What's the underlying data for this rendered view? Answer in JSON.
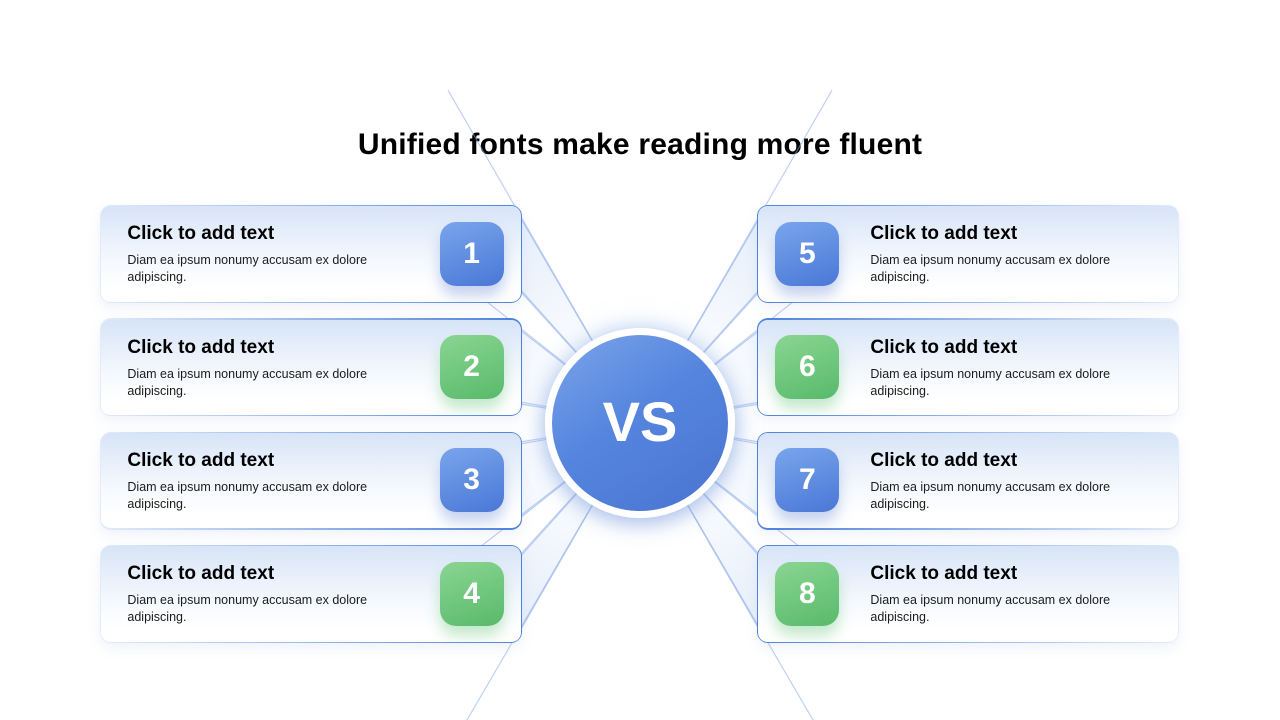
{
  "slide": {
    "title": "Unified fonts make reading more fluent"
  },
  "center": {
    "label": "VS"
  },
  "cards": [
    {
      "number": "1",
      "side": "left",
      "accent": "blue",
      "heading": "Click to add text",
      "body": "Diam ea ipsum nonumy accusam ex dolore adipiscing."
    },
    {
      "number": "2",
      "side": "left",
      "accent": "green",
      "heading": "Click to add text",
      "body": "Diam ea ipsum nonumy accusam ex dolore adipiscing."
    },
    {
      "number": "3",
      "side": "left",
      "accent": "blue",
      "heading": "Click to add text",
      "body": "Diam ea ipsum nonumy accusam ex dolore adipiscing."
    },
    {
      "number": "4",
      "side": "left",
      "accent": "green",
      "heading": "Click to add text",
      "body": "Diam ea ipsum nonumy accusam ex dolore adipiscing."
    },
    {
      "number": "5",
      "side": "right",
      "accent": "blue",
      "heading": "Click to add text",
      "body": "Diam ea ipsum nonumy accusam ex dolore adipiscing."
    },
    {
      "number": "6",
      "side": "right",
      "accent": "green",
      "heading": "Click to add text",
      "body": "Diam ea ipsum nonumy accusam ex dolore adipiscing."
    },
    {
      "number": "7",
      "side": "right",
      "accent": "blue",
      "heading": "Click to add text",
      "body": "Diam ea ipsum nonumy accusam ex dolore adipiscing."
    },
    {
      "number": "8",
      "side": "right",
      "accent": "green",
      "heading": "Click to add text",
      "body": "Diam ea ipsum nonumy accusam ex dolore adipiscing."
    }
  ],
  "colors": {
    "accent_blue": "#4a77d6",
    "accent_green": "#58ba6b",
    "border_blue": "#4d82da",
    "card_gradient_top": "#d7e4f7",
    "beam_line": "#8aaae8",
    "title_color": "#000000",
    "vs_circle": "#5585de"
  }
}
